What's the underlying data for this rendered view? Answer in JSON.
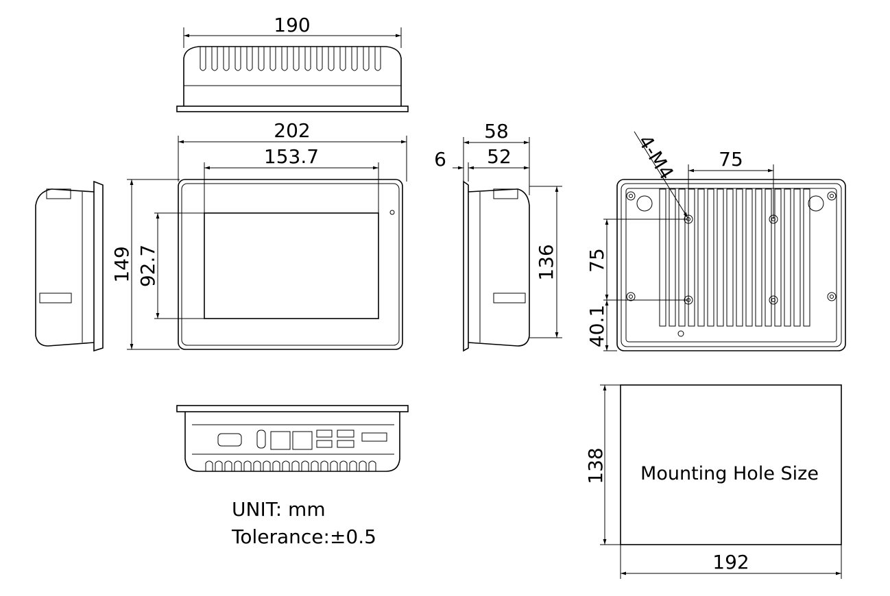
{
  "top_view": {
    "width_dim": "190"
  },
  "front_view": {
    "width_dim": "202",
    "screen_width_dim": "153.7",
    "height_dim": "149",
    "screen_height_dim": "92.7"
  },
  "side_view": {
    "depth_dim": "58",
    "body_depth_dim": "52",
    "flange_dim": "6",
    "height_dim": "136"
  },
  "rear_view": {
    "screw_label": "4-M4",
    "hole_spacing_h": "75",
    "hole_spacing_v": "75",
    "bottom_offset": "40.1"
  },
  "mounting_hole": {
    "label": "Mounting Hole Size",
    "height_dim": "138",
    "width_dim": "192"
  },
  "notes": {
    "unit": "UNIT: mm",
    "tolerance": "Tolerance:±0.5"
  }
}
